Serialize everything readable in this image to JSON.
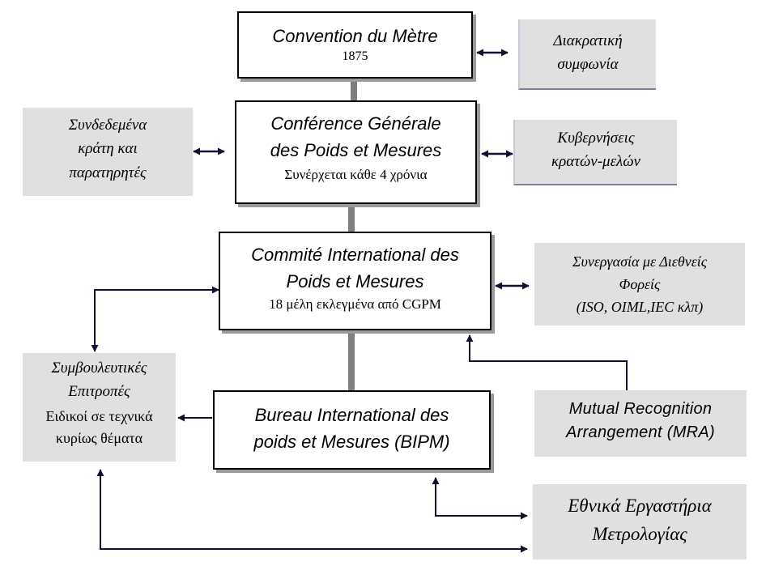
{
  "convention": {
    "title": "Convention du Mètre",
    "year": "1875"
  },
  "conference": {
    "line1": "Conférence Générale",
    "line2": "des Poids et Mesures",
    "note": "Συνέρχεται κάθε 4 χρόνια"
  },
  "committee": {
    "line1": "Commité International des",
    "line2": "Poids et Mesures",
    "note": "18 μέλη εκλεγμένα από CGPM"
  },
  "bureau": {
    "line1": "Bureau International des",
    "line2": "poids et Mesures (BIPM)"
  },
  "intergov": {
    "line1": "Διακρατική",
    "line2": "συμφωνία"
  },
  "associated": {
    "line1": "Συνδεδεμένα",
    "line2": "κράτη και",
    "line3": "παρατηρητές"
  },
  "governments": {
    "line1": "Κυβερνήσεις",
    "line2": "κρατών-μελών"
  },
  "cooperation": {
    "line1": "Συνεργασία με Διεθνείς",
    "line2": "Φορείς",
    "line3": "(ISO, OIML,IEC κλπ)"
  },
  "advisory": {
    "line1": "Συμβουλευτικές",
    "line2": "Επιτροπές",
    "line3": "Ειδικοί σε τεχνικά",
    "line4": "κυρίως θέματα"
  },
  "mra": {
    "line1": "Mutual Recognition",
    "line2": "Arrangement (MRA)"
  },
  "labs": {
    "line1": "Εθνικά Εργαστήρια",
    "line2": "Μετρολογίας"
  }
}
